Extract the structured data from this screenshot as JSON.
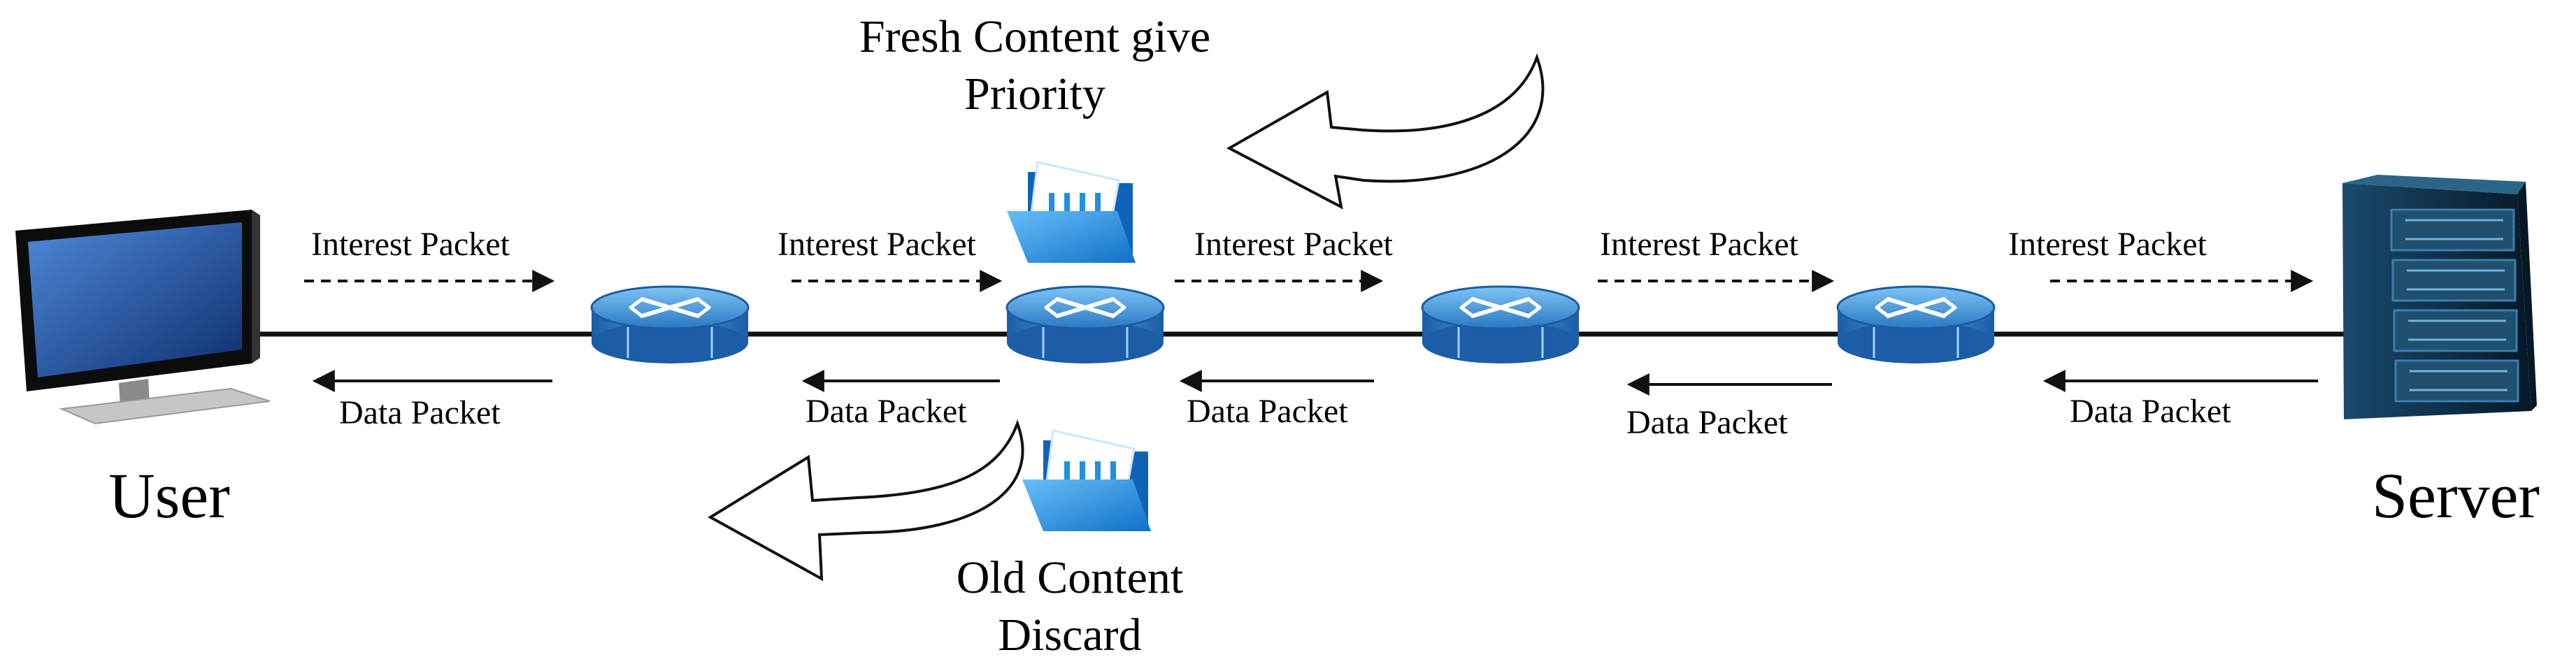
{
  "endpoints": {
    "user": "User",
    "server": "Server"
  },
  "packets": {
    "interest": "Interest Packet",
    "data": "Data Packet"
  },
  "annotations": {
    "fresh_line1": "Fresh Content give",
    "fresh_line2": "Priority",
    "old_line1": "Old Content",
    "old_line2": "Discard"
  },
  "icons": {
    "user": "computer-monitor-icon",
    "server": "server-rack-icon",
    "router": "router-icon",
    "folder": "content-folder-icon"
  },
  "colors": {
    "router": "#2a78c4",
    "folder": "#1e90e6",
    "line": "#111111"
  }
}
